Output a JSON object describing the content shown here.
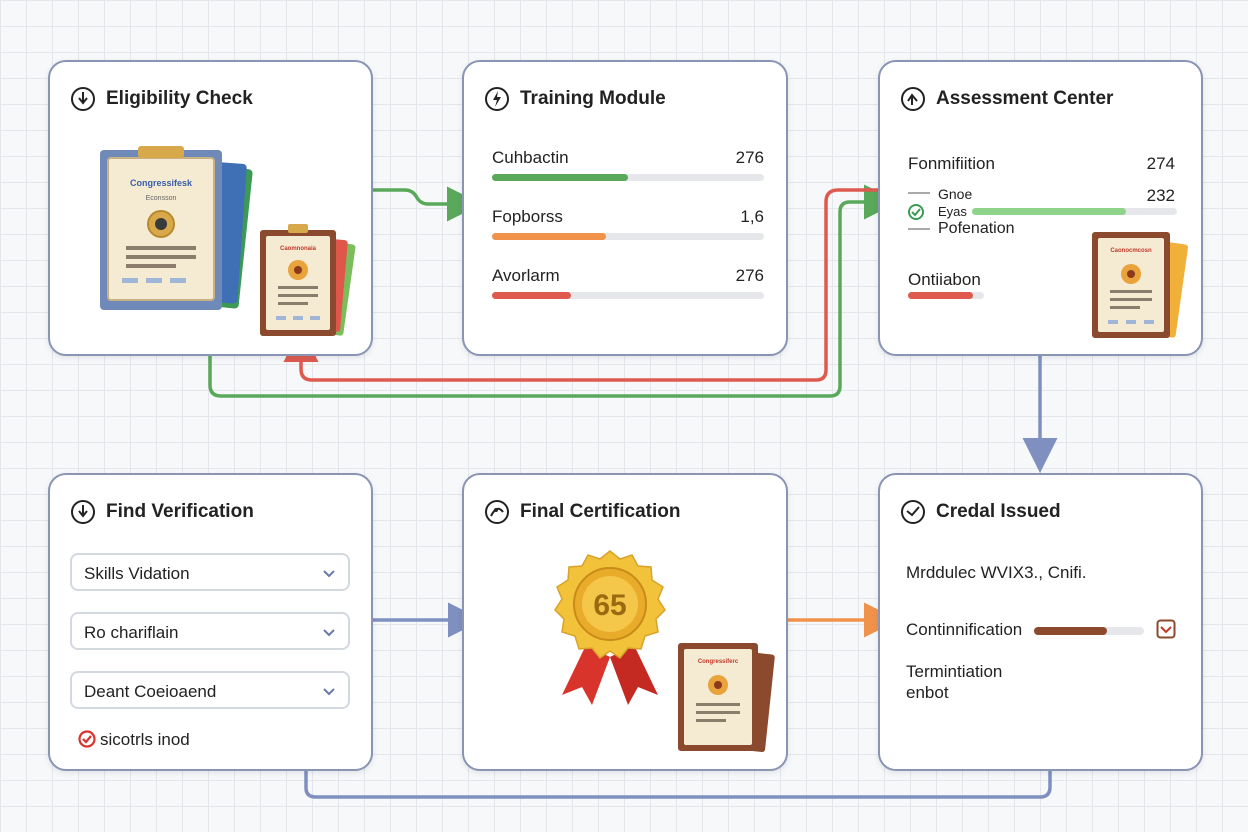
{
  "colors": {
    "green": "#5aa85a",
    "red": "#de5a4e",
    "blue": "#7f8fbf",
    "orange": "#f0924a"
  },
  "eligibility": {
    "title": "Eligibility Check",
    "doc_title": "Congressifesk",
    "doc_sub": "Econsson",
    "badge_title": "Caomnonaia"
  },
  "training": {
    "title": "Training Module",
    "rows": [
      {
        "label": "Cuhbactin",
        "value": "276",
        "progress": 0.5,
        "color": "#5aa85a"
      },
      {
        "label": "Fopborss",
        "value": "1,6",
        "progress": 0.42,
        "color": "#f0924a"
      },
      {
        "label": "Avorlarm",
        "value": "276",
        "progress": 0.29,
        "color": "#de5a4e"
      }
    ]
  },
  "assessment": {
    "title": "Assessment Center",
    "row1": {
      "label": "Fonmifiition",
      "value": "274"
    },
    "row2": {
      "label": "Gnoe",
      "value": "232"
    },
    "row3": {
      "label": "Eyas",
      "progress": 0.75
    },
    "row4": {
      "label": "Pofenation"
    },
    "row5": {
      "label": "Ontiiabon",
      "progress": 0.85
    },
    "badge_title": "Caonocmcosn"
  },
  "verification": {
    "title": "Find Verification",
    "dropdowns": [
      "Skills Vidation",
      "Ro chariflain",
      "Deant Coeioaend"
    ],
    "status": "sicotrls inod"
  },
  "certification": {
    "title": "Final Certification",
    "seal_number": "65",
    "doc_title": "Congressiferc"
  },
  "credential": {
    "title": "Credal Issued",
    "line1": "Mrddulec WVIX3., Cnifi.",
    "bar_label": "Continnification",
    "bar_progress": 0.66,
    "line2": "Termintiation",
    "line3": "enbot"
  }
}
